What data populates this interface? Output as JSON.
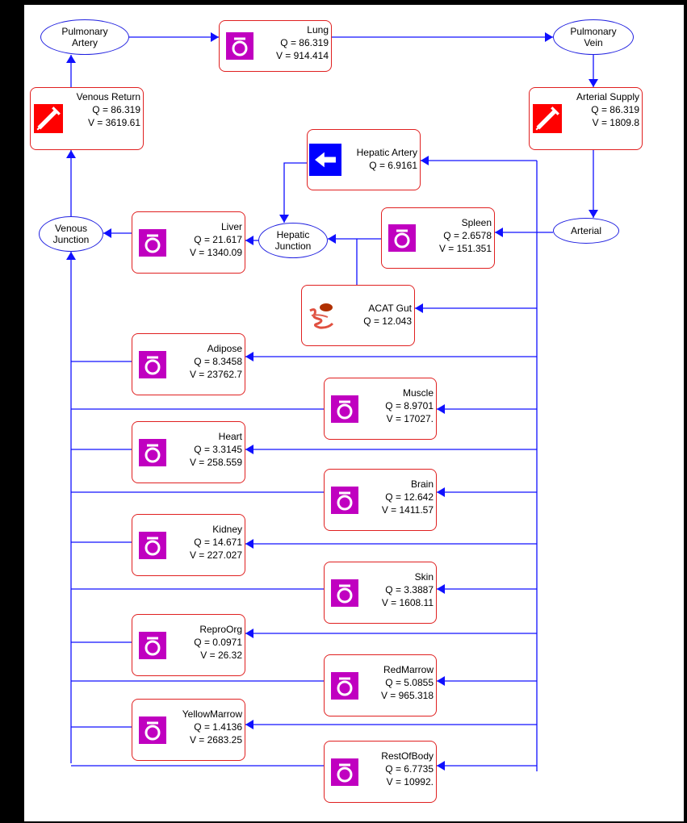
{
  "nodes": {
    "lung": {
      "name": "Lung",
      "q": "Q = 86.319",
      "v": "V = 914.414"
    },
    "venous_return": {
      "name": "Venous Return",
      "q": "Q = 86.319",
      "v": "V = 3619.61"
    },
    "arterial_supply": {
      "name": "Arterial Supply",
      "q": "Q = 86.319",
      "v": "V = 1809.8"
    },
    "hepatic_artery": {
      "name": "Hepatic Artery",
      "q": "Q = 6.9161"
    },
    "liver": {
      "name": "Liver",
      "q": "Q = 21.617",
      "v": "V = 1340.09"
    },
    "spleen": {
      "name": "Spleen",
      "q": "Q = 2.6578",
      "v": "V = 151.351"
    },
    "acat_gut": {
      "name": "ACAT Gut",
      "q": "Q = 12.043"
    },
    "adipose": {
      "name": "Adipose",
      "q": "Q = 8.3458",
      "v": "V = 23762.7"
    },
    "muscle": {
      "name": "Muscle",
      "q": "Q = 8.9701",
      "v": "V = 17027."
    },
    "heart": {
      "name": "Heart",
      "q": "Q = 3.3145",
      "v": "V = 258.559"
    },
    "brain": {
      "name": "Brain",
      "q": "Q = 12.642",
      "v": "V = 1411.57"
    },
    "kidney": {
      "name": "Kidney",
      "q": "Q = 14.671",
      "v": "V = 227.027"
    },
    "skin": {
      "name": "Skin",
      "q": "Q = 3.3887",
      "v": "V = 1608.11"
    },
    "repro_org": {
      "name": "ReproOrg",
      "q": "Q = 0.0971",
      "v": "V = 26.32"
    },
    "red_marrow": {
      "name": "RedMarrow",
      "q": "Q = 5.0855",
      "v": "V = 965.318"
    },
    "yellow_marrow": {
      "name": "YellowMarrow",
      "q": "Q = 1.4136",
      "v": "V = 2683.25"
    },
    "rest_of_body": {
      "name": "RestOfBody",
      "q": "Q = 6.7735",
      "v": "V = 10992."
    }
  },
  "junctions": {
    "pulmonary_artery": {
      "line1": "Pulmonary",
      "line2": "Artery"
    },
    "pulmonary_vein": {
      "line1": "Pulmonary",
      "line2": "Vein"
    },
    "venous_junction": {
      "line1": "Venous",
      "line2": "Junction"
    },
    "hepatic_junction": {
      "line1": "Hepatic",
      "line2": "Junction"
    },
    "arterial": {
      "line1": "Arterial",
      "line2": ""
    }
  },
  "colors": {
    "compartment_icon": "#c000c0",
    "node_border": "#e02020",
    "wire": "#1010ff",
    "hepatic_artery_icon": "#0000ff",
    "syringe_icon": "#ff0000"
  }
}
